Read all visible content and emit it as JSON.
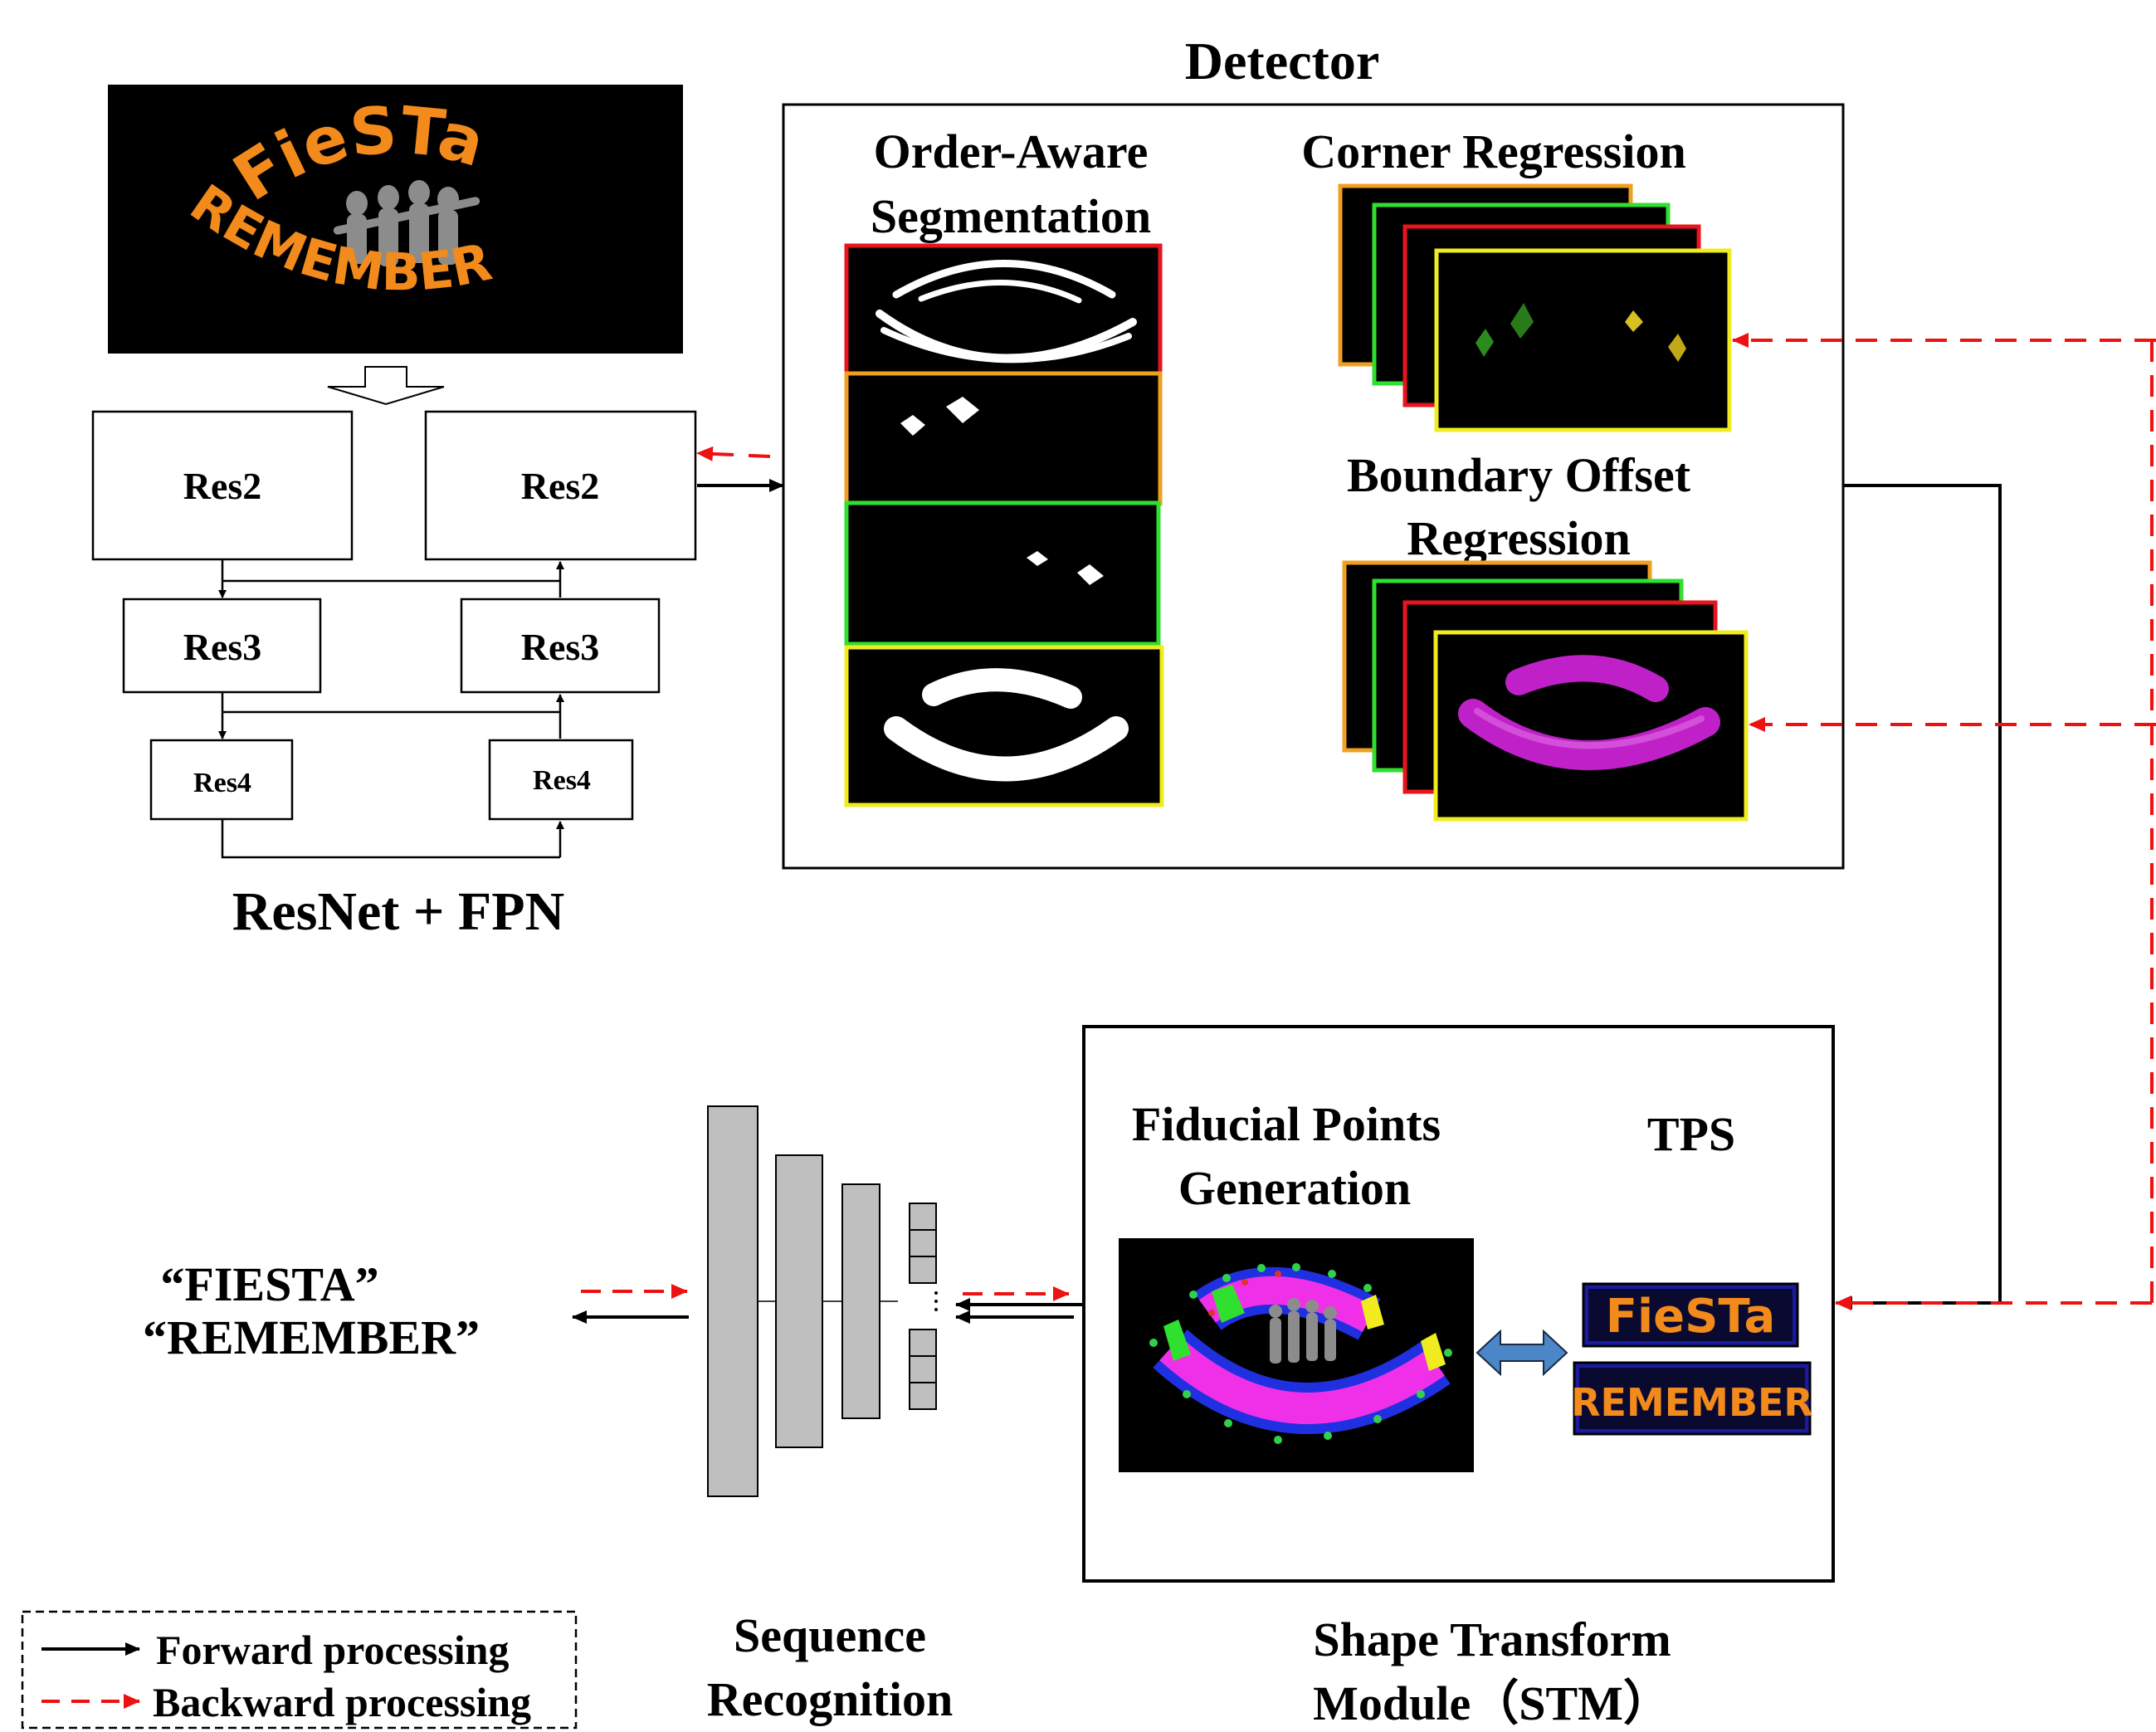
{
  "titles": {
    "detector": "Detector",
    "order_aware_line1": "Order-Aware",
    "order_aware_line2": "Segmentation",
    "corner_regression": "Corner Regression",
    "boundary_offset_line1": "Boundary Offset",
    "boundary_offset_line2": "Regression",
    "backbone": "ResNet + FPN",
    "fiducial_line1": "Fiducial Points",
    "fiducial_line2": "Generation",
    "tps": "TPS",
    "sequence_line1": "Sequence",
    "sequence_line2": "Recognition",
    "stm_line1": "Shape Transform",
    "stm_line2": "Module（STM）"
  },
  "backbone_blocks": {
    "down_res2": "Res2",
    "down_res3": "Res3",
    "down_res4": "Res4",
    "up_res2": "Res2",
    "up_res3": "Res3",
    "up_res4": "Res4"
  },
  "input_image": {
    "word_top": "FieSTa",
    "word_bottom": "REMEMBER"
  },
  "tps_outputs": {
    "word1": "FieSTa",
    "word2": "REMEMBER"
  },
  "output_text": {
    "line1": "“FIESTA”",
    "line2": "“REMEMBER”"
  },
  "legend": {
    "forward": "Forward processing",
    "backward": "Backward processing"
  },
  "colors": {
    "forward_arrow": "#000000",
    "backward_arrow": "#ee1111",
    "text_orange": "#f28a1c",
    "frame_red": "#e8141e",
    "frame_orange": "#f0a020",
    "frame_green": "#2fe02f",
    "frame_yellow": "#f0ec20",
    "boundary_magenta": "#c020c8",
    "double_arrow_blue": "#4a86c8",
    "recognizer_gray": "#bfbfbf"
  }
}
